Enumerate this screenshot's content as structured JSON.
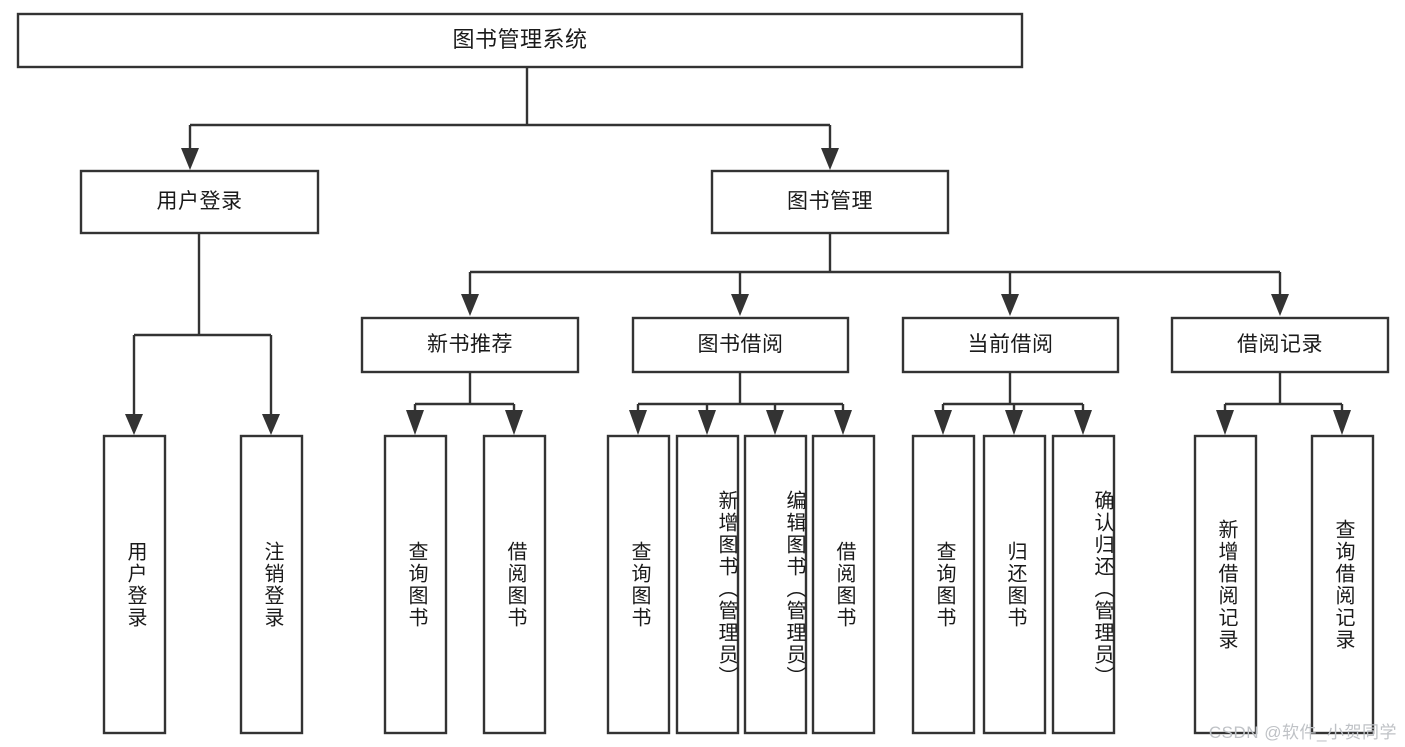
{
  "diagram": {
    "title": "图书管理系统",
    "type": "tree-structure-chart",
    "orientation": "top-down",
    "colors": {
      "box_stroke": "#333333",
      "box_fill": "#ffffff",
      "text": "#1a1a1a",
      "background": "#ffffff",
      "watermark": "#bfc2c6"
    },
    "nodes": {
      "root": {
        "label": "图书管理系统",
        "level": 0,
        "orientation": "horizontal"
      },
      "l1": [
        {
          "id": "user-login",
          "label": "用户登录",
          "level": 1,
          "orientation": "horizontal"
        },
        {
          "id": "book-manage",
          "label": "图书管理",
          "level": 1,
          "orientation": "horizontal"
        }
      ],
      "l2": [
        {
          "id": "new-book-rec",
          "label": "新书推荐",
          "level": 2,
          "orientation": "horizontal",
          "parent": "book-manage"
        },
        {
          "id": "book-borrow",
          "label": "图书借阅",
          "level": 2,
          "orientation": "horizontal",
          "parent": "book-manage"
        },
        {
          "id": "current-borrow",
          "label": "当前借阅",
          "level": 2,
          "orientation": "horizontal",
          "parent": "book-manage"
        },
        {
          "id": "borrow-record",
          "label": "借阅记录",
          "level": 2,
          "orientation": "horizontal",
          "parent": "book-manage"
        }
      ],
      "leaves": [
        {
          "id": "leaf-user-login",
          "label": "用户登录",
          "parent": "user-login",
          "orientation": "vertical"
        },
        {
          "id": "leaf-logout-login",
          "label": "注销登录",
          "parent": "user-login",
          "orientation": "vertical"
        },
        {
          "id": "leaf-query-book-1",
          "label": "查询图书",
          "parent": "new-book-rec",
          "orientation": "vertical"
        },
        {
          "id": "leaf-borrow-book-1",
          "label": "借阅图书",
          "parent": "new-book-rec",
          "orientation": "vertical"
        },
        {
          "id": "leaf-query-book-2",
          "label": "查询图书",
          "parent": "book-borrow",
          "orientation": "vertical"
        },
        {
          "id": "leaf-add-book",
          "label": "新增图书（管理员）",
          "parent": "book-borrow",
          "orientation": "vertical"
        },
        {
          "id": "leaf-edit-book",
          "label": "编辑图书（管理员）",
          "parent": "book-borrow",
          "orientation": "vertical"
        },
        {
          "id": "leaf-borrow-book-2",
          "label": "借阅图书",
          "parent": "book-borrow",
          "orientation": "vertical"
        },
        {
          "id": "leaf-query-book-3",
          "label": "查询图书",
          "parent": "current-borrow",
          "orientation": "vertical"
        },
        {
          "id": "leaf-return-book",
          "label": "归还图书",
          "parent": "current-borrow",
          "orientation": "vertical"
        },
        {
          "id": "leaf-confirm-return",
          "label": "确认归还（管理员）",
          "parent": "current-borrow",
          "orientation": "vertical"
        },
        {
          "id": "leaf-add-record",
          "label": "新增借阅记录",
          "parent": "borrow-record",
          "orientation": "vertical"
        },
        {
          "id": "leaf-query-record",
          "label": "查询借阅记录",
          "parent": "borrow-record",
          "orientation": "vertical"
        }
      ]
    },
    "watermark": "CSDN @软件_小贺同学"
  }
}
